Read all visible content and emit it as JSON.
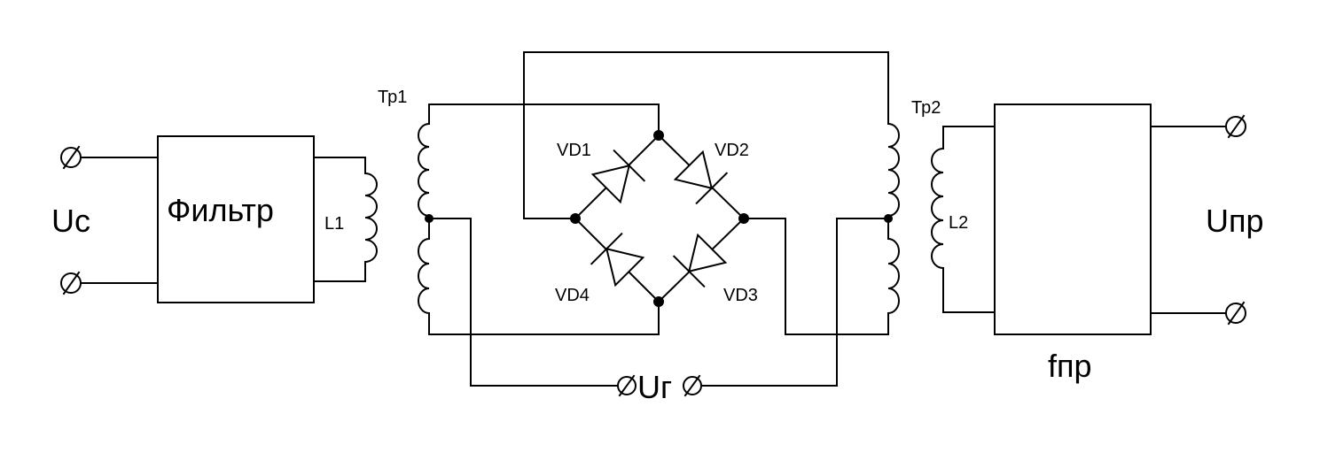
{
  "labels": {
    "input_voltage": "Uc",
    "filter": "Фильтр",
    "inductor1": "L1",
    "transformer1": "Тр1",
    "diode1": "VD1",
    "diode2": "VD2",
    "diode3": "VD3",
    "diode4": "VD4",
    "generator_voltage": "Uг",
    "transformer2": "Тр2",
    "inductor2": "L2",
    "output_voltage": "Uпр",
    "output_frequency": "fпр"
  }
}
